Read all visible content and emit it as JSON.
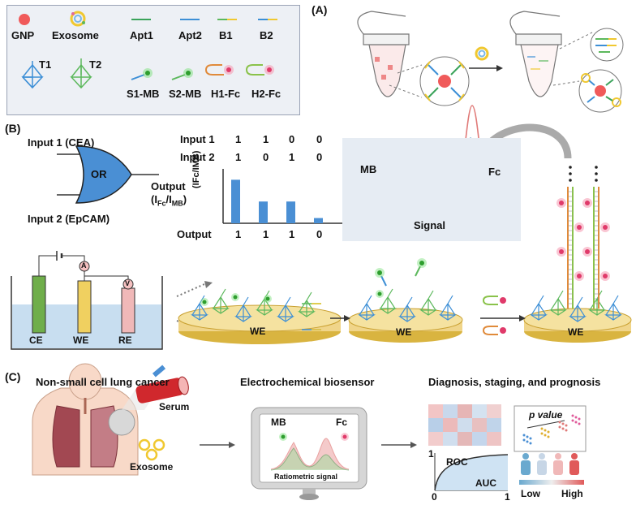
{
  "panel_labels": {
    "a": "(A)",
    "b": "(B)",
    "c": "(C)"
  },
  "legend": {
    "gnp": "GNP",
    "exosome": "Exosome",
    "apt1": "Apt1",
    "apt2": "Apt2",
    "b1": "B1",
    "b2": "B2",
    "t1": "T1",
    "t2": "T2",
    "s1mb": "S1-MB",
    "s2mb": "S2-MB",
    "h1fc": "H1-Fc",
    "h2fc": "H2-Fc"
  },
  "logic": {
    "input1": "Input 1 (CEA)",
    "input2": "Input 2 (EpCAM)",
    "gate": "OR",
    "output": "Output",
    "output_expr": "(I",
    "output_sub1": "Fc",
    "output_mid": "/I",
    "output_sub2": "MB",
    "output_end": ")"
  },
  "truth_table": {
    "row1_label": "Input 1",
    "row2_label": "Input 2",
    "row1": [
      "1",
      "1",
      "0",
      "0"
    ],
    "row2": [
      "1",
      "0",
      "1",
      "0"
    ],
    "output_label": "Output",
    "outputs": [
      "1",
      "1",
      "1",
      "0"
    ],
    "ylabel": "(IFc/IMB)"
  },
  "chart_data": {
    "type": "bar",
    "categories": [
      "1",
      "1",
      "1",
      "0"
    ],
    "values": [
      1.0,
      0.5,
      0.5,
      0.12
    ],
    "xlabel": "Output",
    "ylabel": "(IFc/IMB)",
    "ylim": [
      0,
      1.25
    ],
    "color": "#4a8fd4"
  },
  "signal_box": {
    "mb": "MB",
    "fc": "Fc",
    "xlabel": "Signal"
  },
  "cell": {
    "ce": "CE",
    "we": "WE",
    "re": "RE",
    "ammeter": "A",
    "voltmeter": "V"
  },
  "electrodes": {
    "we1": "WE",
    "we2": "WE",
    "we3": "WE"
  },
  "panel_c": {
    "title1": "Non-small cell lung cancer",
    "title2": "Electrochemical biosensor",
    "title3": "Diagnosis, staging, and prognosis",
    "serum": "Serum",
    "exosome": "Exosome",
    "monitor_mb": "MB",
    "monitor_fc": "Fc",
    "monitor_caption": "Ratiometric signal",
    "roc": "ROC",
    "auc": "AUC",
    "roc_y1": "1",
    "roc_x0": "0",
    "roc_x1": "1",
    "pvalue": "p value",
    "low": "Low",
    "high": "High"
  },
  "colors": {
    "blue": "#3d8fd6",
    "green": "#5cb85c",
    "red": "#e06a6a",
    "gold": "#f0c830",
    "bar": "#4a8fd4"
  }
}
